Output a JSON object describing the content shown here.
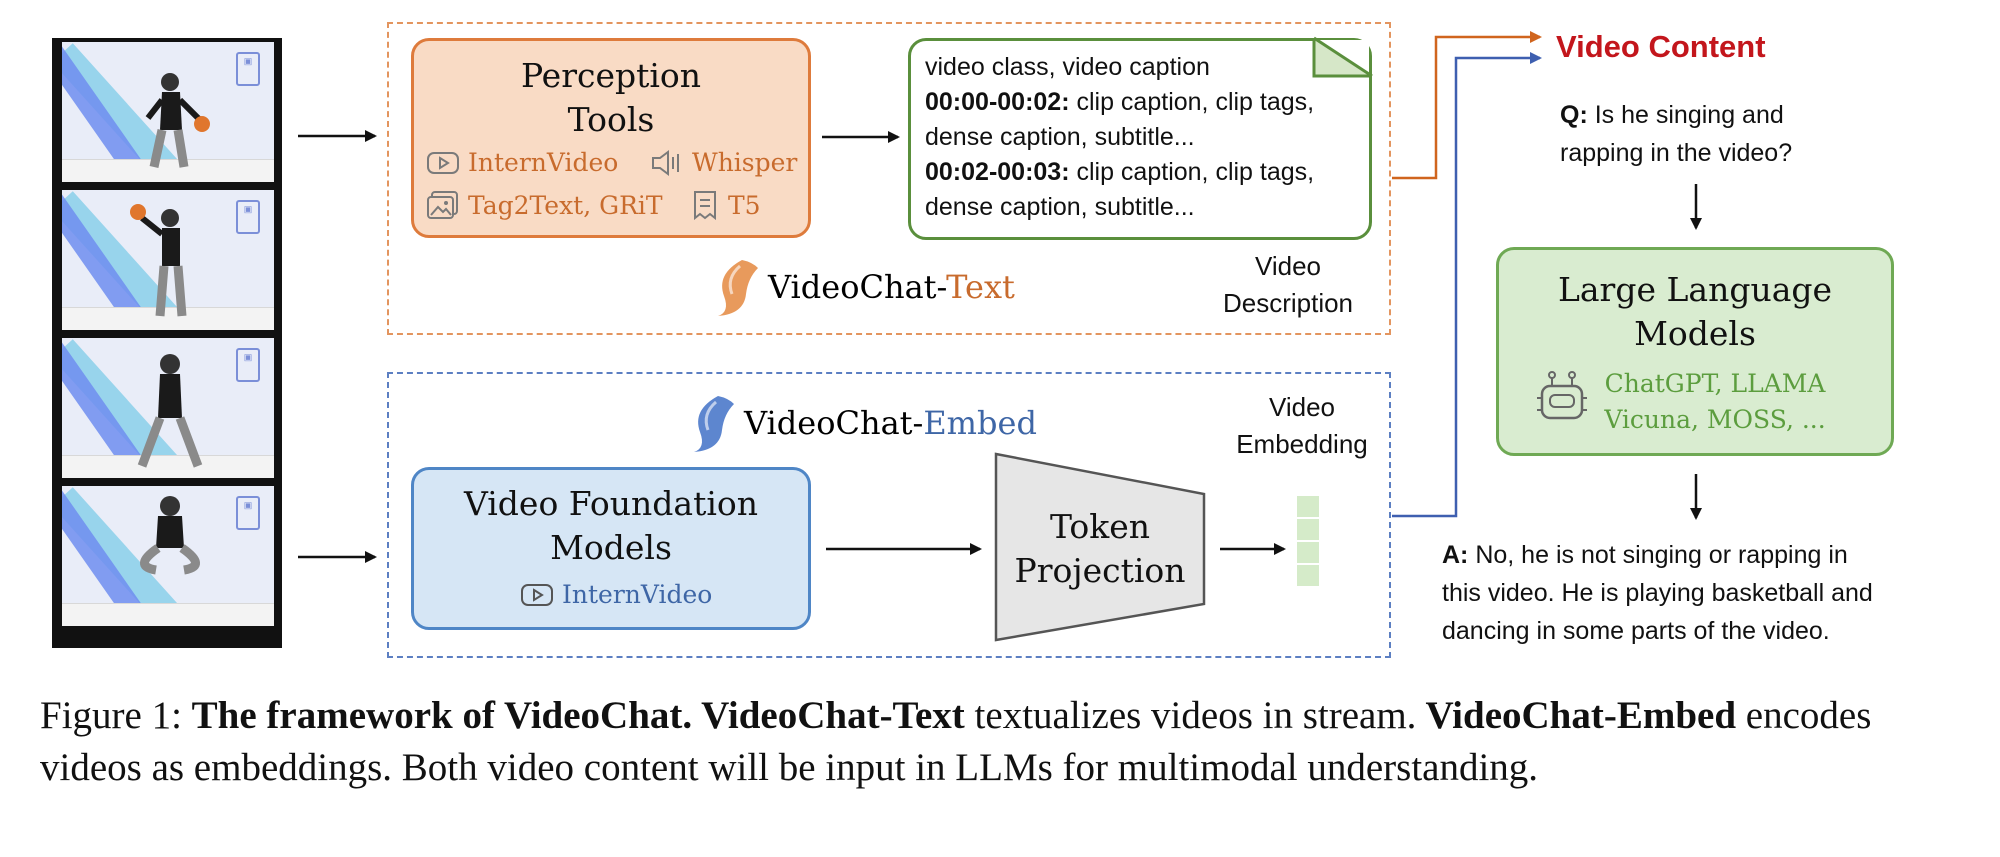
{
  "perception": {
    "title_line1": "Perception",
    "title_line2": "Tools",
    "tools": [
      {
        "name": "InternVideo",
        "icon": "video-play-icon"
      },
      {
        "name": "Whisper",
        "icon": "speaker-icon"
      },
      {
        "name": "Tag2Text, GRiT",
        "icon": "image-icon"
      },
      {
        "name": "T5",
        "icon": "document-icon"
      }
    ]
  },
  "description": {
    "line1": "video class, video caption",
    "seg1_time": "00:00-00:02:",
    "seg1_rest": " clip caption, clip tags,",
    "seg1_line2": "dense caption, subtitle...",
    "seg2_time": "00:02-00:03:",
    "seg2_rest": " clip caption, clip tags,",
    "seg2_line2": "dense caption, subtitle...",
    "label_line1": "Video",
    "label_line2": "Description"
  },
  "brand_text": {
    "prefix": "VideoChat-",
    "suffix": "Text"
  },
  "brand_embed": {
    "prefix": "VideoChat-",
    "suffix": "Embed"
  },
  "vfm": {
    "title_line1": "Video Foundation",
    "title_line2": "Models",
    "tool": "InternVideo"
  },
  "token_projection": {
    "line1": "Token",
    "line2": "Projection"
  },
  "embedding_label": {
    "line1": "Video",
    "line2": "Embedding"
  },
  "video_content": "Video Content",
  "question": {
    "prefix": "Q:",
    "line1": " Is he singing and",
    "line2": "rapping in the video?"
  },
  "llm": {
    "title_line1": "Large Language",
    "title_line2": "Models",
    "models_line1": "ChatGPT, LLAMA",
    "models_line2": "Vicuna, MOSS, ..."
  },
  "answer": {
    "prefix": "A:",
    "line1": " No, he is not singing or rapping in",
    "line2": "this video. He is playing basketball and",
    "line3": "dancing in some parts of the video."
  },
  "caption": {
    "label": "Figure 1: ",
    "bold1": "The framework of VideoChat.",
    "bold2": " VideoChat-Text",
    "text1": " textualizes videos in stream.",
    "bold3": " VideoChat-Embed",
    "text2": " encodes videos as embeddings. Both video content will be input in LLMs for multimodal understanding."
  },
  "colors": {
    "orange": "#de7b3c",
    "blue": "#4f86c6",
    "green": "#6fa954",
    "red": "#c3161c"
  }
}
